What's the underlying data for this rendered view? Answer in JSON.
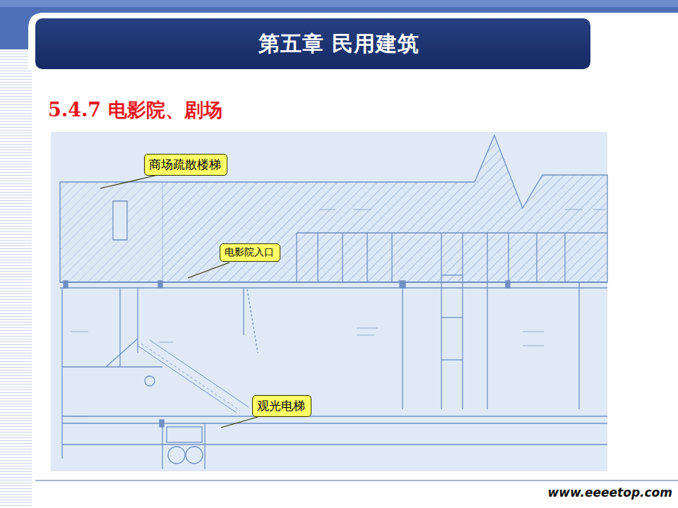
{
  "diagram": {
    "title": "第五章 民用建筑",
    "nodes": [
      {
        "text": [
          "商场疏散楼梯"
        ]
      },
      {
        "text": [
          "电影院入口"
        ]
      },
      {
        "text": [
          "观光电梯"
        ]
      }
    ],
    "labels": [
      "5.4.7 电影院、剧场",
      "www.eeeetop.com"
    ]
  }
}
